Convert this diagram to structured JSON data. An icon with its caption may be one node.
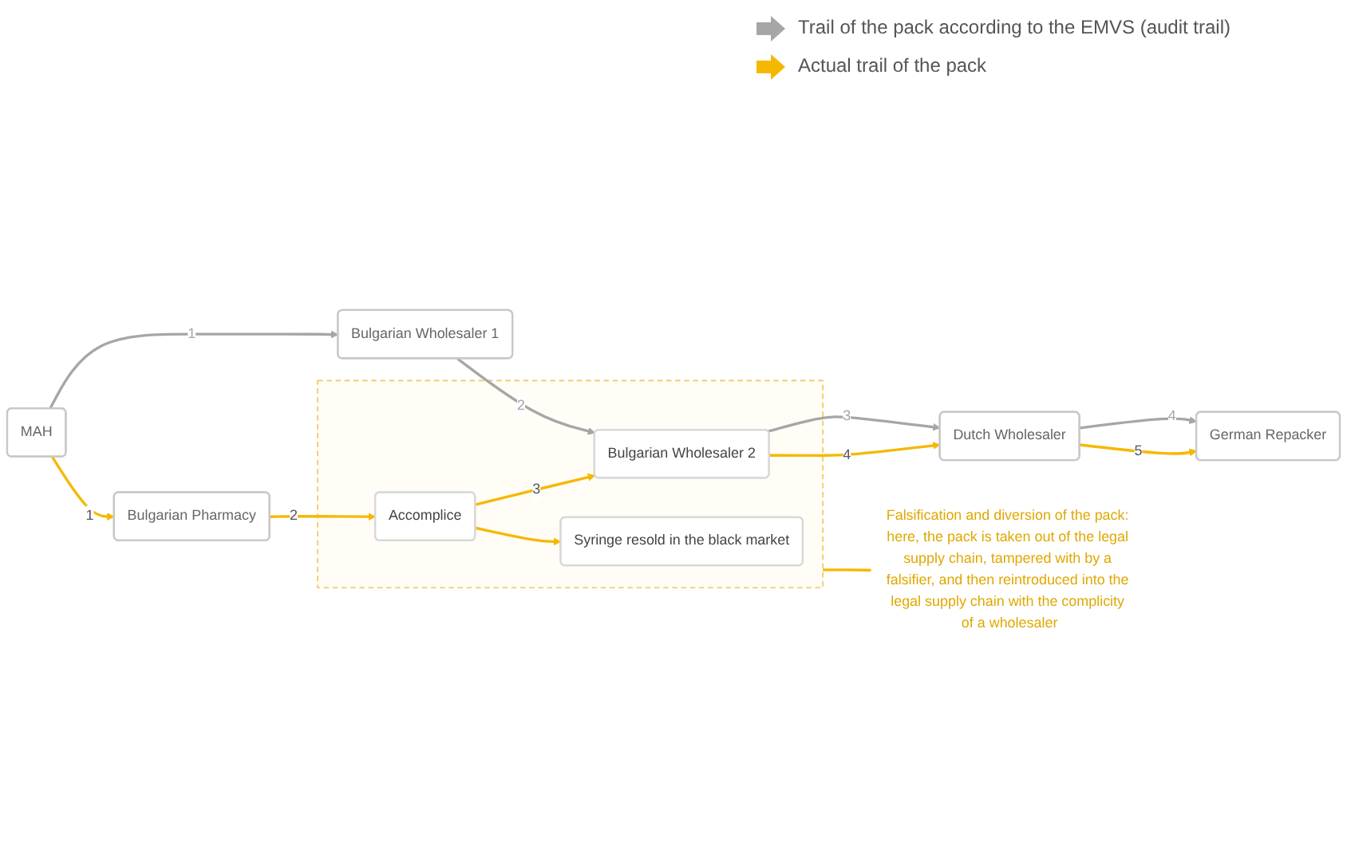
{
  "diagram": {
    "nodes": [
      {
        "text": [
          "Bulgarian Wholesaler 1"
        ]
      },
      {
        "text": [
          "MAH"
        ]
      },
      {
        "text": [
          "Bulgarian Pharmacy"
        ]
      },
      {
        "text": [],
        "shape": "box"
      },
      {
        "text": [
          "Bulgarian Wholesaler 2"
        ],
        "in": 3
      },
      {
        "text": [
          "Accomplice"
        ],
        "in": 3
      },
      {
        "text": [
          "Syringe resold in the black market"
        ],
        "in": 3
      },
      {
        "text": [
          "Dutch Wholesaler"
        ]
      },
      {
        "text": [
          "German Repacker"
        ]
      },
      {
        "text": [
          "Falsification and diversion of the pack: here, the pack is taken out of the legal supply chain, tampered with by a falsifier, and then reintroduced into the legal supply chain with the complicity of a wholesaler"
        ]
      }
    ],
    "edges": [
      {
        "from": 1,
        "to": 0,
        "arrow": "to",
        "label": "1",
        "color": "#a6a6a6"
      },
      {
        "from": 0,
        "to": 4,
        "arrow": "to",
        "label": "2",
        "color": "#a6a6a6"
      },
      {
        "from": 4,
        "to": 7,
        "arrow": "to",
        "label": "3",
        "color": "#a6a6a6"
      },
      {
        "from": 7,
        "to": 8,
        "arrow": "to",
        "label": "4",
        "color": "#a6a6a6"
      },
      {
        "from": 1,
        "to": 2,
        "arrow": "to",
        "label": "1"
      },
      {
        "from": 2,
        "to": 5,
        "arrow": "to",
        "label": "2"
      },
      {
        "from": 5,
        "to": 4,
        "arrow": "to",
        "label": "3"
      },
      {
        "from": 4,
        "to": 7,
        "arrow": "to",
        "label": "4"
      },
      {
        "from": 7,
        "to": 8,
        "arrow": "to",
        "label": "5"
      },
      {
        "from": 5,
        "to": 6,
        "arrow": "to"
      },
      {
        "from": 9,
        "to": 3,
        "arrow": "none"
      }
    ],
    "legend": [
      {
        "text": "Trail of the pack according to the EMVS (audit trail)",
        "color": "#a6a6a6"
      },
      {
        "text": "Actual trail of the pack",
        "color": "#f5b800"
      }
    ]
  }
}
